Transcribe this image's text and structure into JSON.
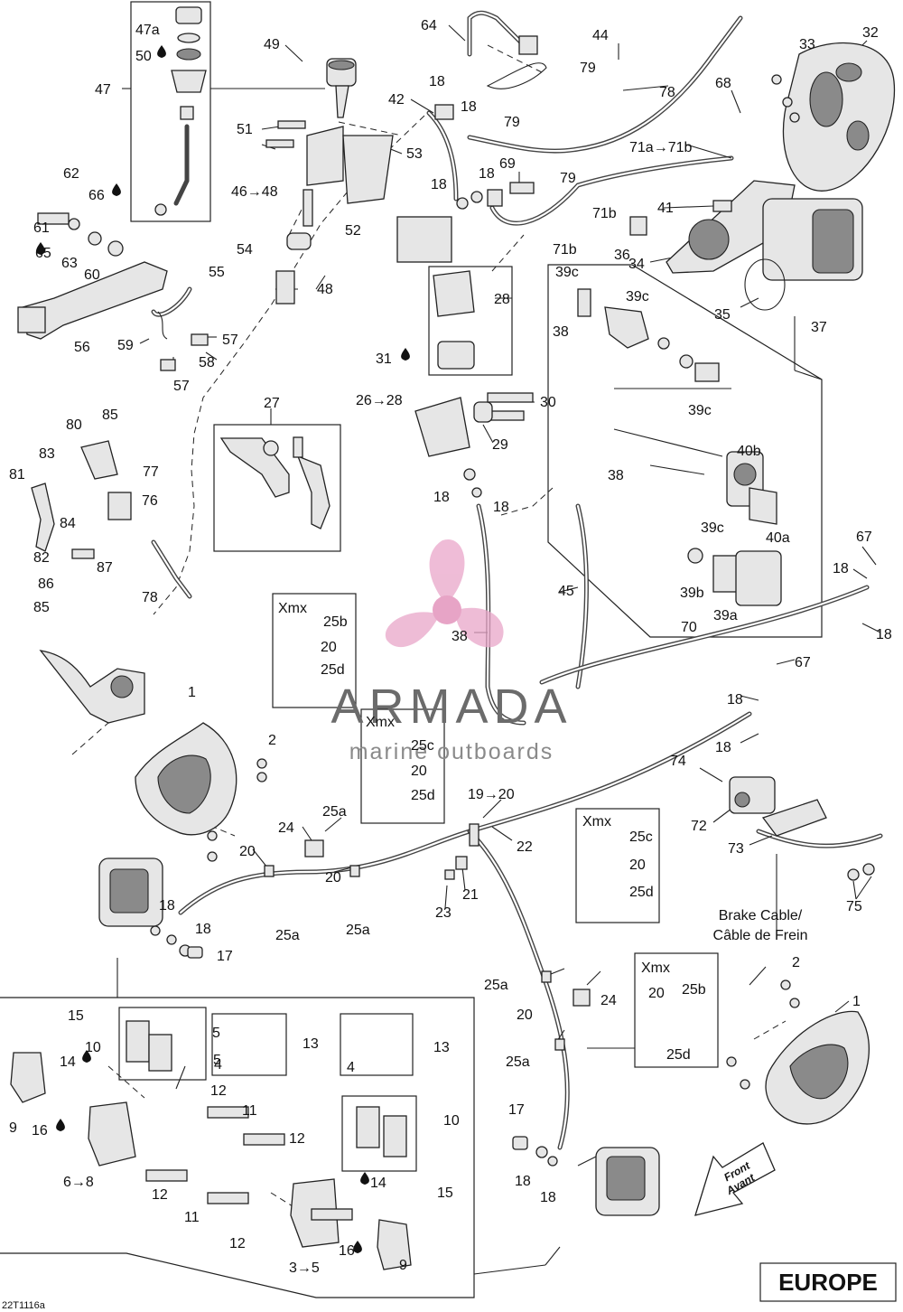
{
  "diagram_code": "22T1116a",
  "region_label": "EUROPE",
  "front_label": [
    "Front",
    "Avant"
  ],
  "brake_cable_label": [
    "Brake Cable/",
    "Câble de Frein"
  ],
  "watermark": {
    "brand": "ARMADA",
    "tagline": "marine outboards"
  },
  "xmx_boxes": [
    {
      "title": "Xmx",
      "items": [
        "25b",
        "20",
        "25d"
      ]
    },
    {
      "title": "Xmx",
      "items": [
        "25c",
        "20",
        "25d"
      ]
    },
    {
      "title": "Xmx",
      "items": [
        "25c",
        "20",
        "25d"
      ]
    },
    {
      "title": "Xmx",
      "items": [
        "20",
        "25b",
        "25d"
      ]
    }
  ],
  "callouts": [
    "47a",
    "50",
    "47",
    "49",
    "64",
    "44",
    "33",
    "32",
    "18",
    "18",
    "79",
    "78",
    "68",
    "42",
    "79",
    "51",
    "53",
    "71a→71b",
    "18",
    "18",
    "46→48",
    "69",
    "79",
    "41",
    "62",
    "66",
    "71b",
    "52",
    "36",
    "61",
    "65",
    "63",
    "60",
    "54",
    "71b",
    "34",
    "55",
    "48",
    "39c",
    "28",
    "39c",
    "35",
    "56",
    "38",
    "37",
    "59",
    "57",
    "58",
    "57",
    "31",
    "26→28",
    "30",
    "39c",
    "27",
    "29",
    "80",
    "85",
    "40b",
    "83",
    "38",
    "77",
    "81",
    "76",
    "18",
    "84",
    "18",
    "40a",
    "82",
    "87",
    "39c",
    "86",
    "67",
    "78",
    "45",
    "18",
    "39b",
    "85",
    "39a",
    "18",
    "38",
    "70",
    "67",
    "1",
    "18",
    "2",
    "18",
    "74",
    "19→20",
    "72",
    "25a",
    "24",
    "22",
    "73",
    "20",
    "21",
    "20",
    "23",
    "75",
    "18",
    "18",
    "17",
    "25a",
    "25a",
    "20",
    "2",
    "25a",
    "24",
    "15",
    "1",
    "10",
    "13",
    "5",
    "13",
    "5",
    "14",
    "4",
    "4",
    "25a",
    "9",
    "12",
    "11",
    "16",
    "10",
    "12",
    "17",
    "6→8",
    "18",
    "12",
    "15",
    "14",
    "11",
    "12",
    "16",
    "9",
    "3→5",
    "18"
  ],
  "drop_marks": [
    "50",
    "66",
    "65",
    "31",
    "14",
    "16",
    "14",
    "16"
  ]
}
